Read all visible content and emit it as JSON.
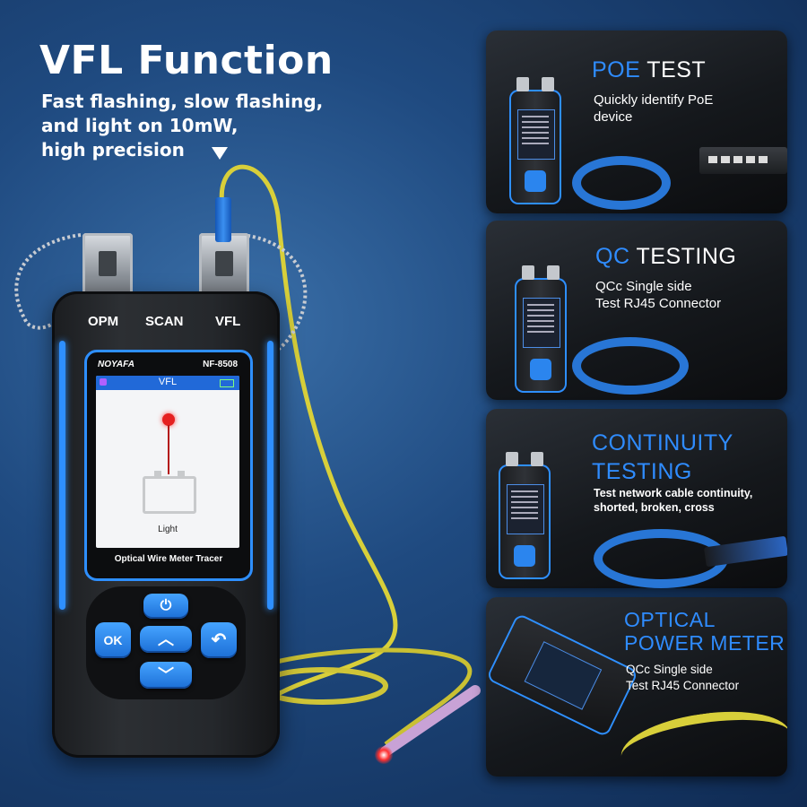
{
  "headline": {
    "title": "VFL Function",
    "lines": [
      "Fast flashing, slow flashing,",
      "and light on 10mW,",
      "high precision"
    ]
  },
  "device": {
    "ports": {
      "opm": "OPM",
      "scan": "SCAN",
      "vfl": "VFL"
    },
    "brand": "NOYAFA",
    "model": "NF-8508",
    "screen": {
      "title": "VFL",
      "status": "Light"
    },
    "caption": "Optical Wire Meter Tracer",
    "buttons": {
      "ok": "OK",
      "power": "⏻",
      "up": "︿",
      "down": "﹀",
      "back": "↶"
    }
  },
  "panels": [
    {
      "accent": "POE",
      "rest": " TEST",
      "lines": [
        "Quickly identify PoE",
        "device"
      ]
    },
    {
      "accent": "QC",
      "rest": " TESTING",
      "lines": [
        "QCc Single side",
        "Test RJ45 Connector"
      ]
    },
    {
      "accent": "CONTINUITY",
      "rest": "TESTING",
      "lines": [
        "Test network cable continuity,",
        "shorted, broken, cross"
      ]
    },
    {
      "accent": "OPTICAL",
      "rest": "POWER METER",
      "lines": [
        "QCc Single side",
        "Test RJ45 Connector"
      ]
    }
  ],
  "colors": {
    "accent": "#2f8cff",
    "laser": "#e52020",
    "fiber": "#d8cf3a"
  }
}
